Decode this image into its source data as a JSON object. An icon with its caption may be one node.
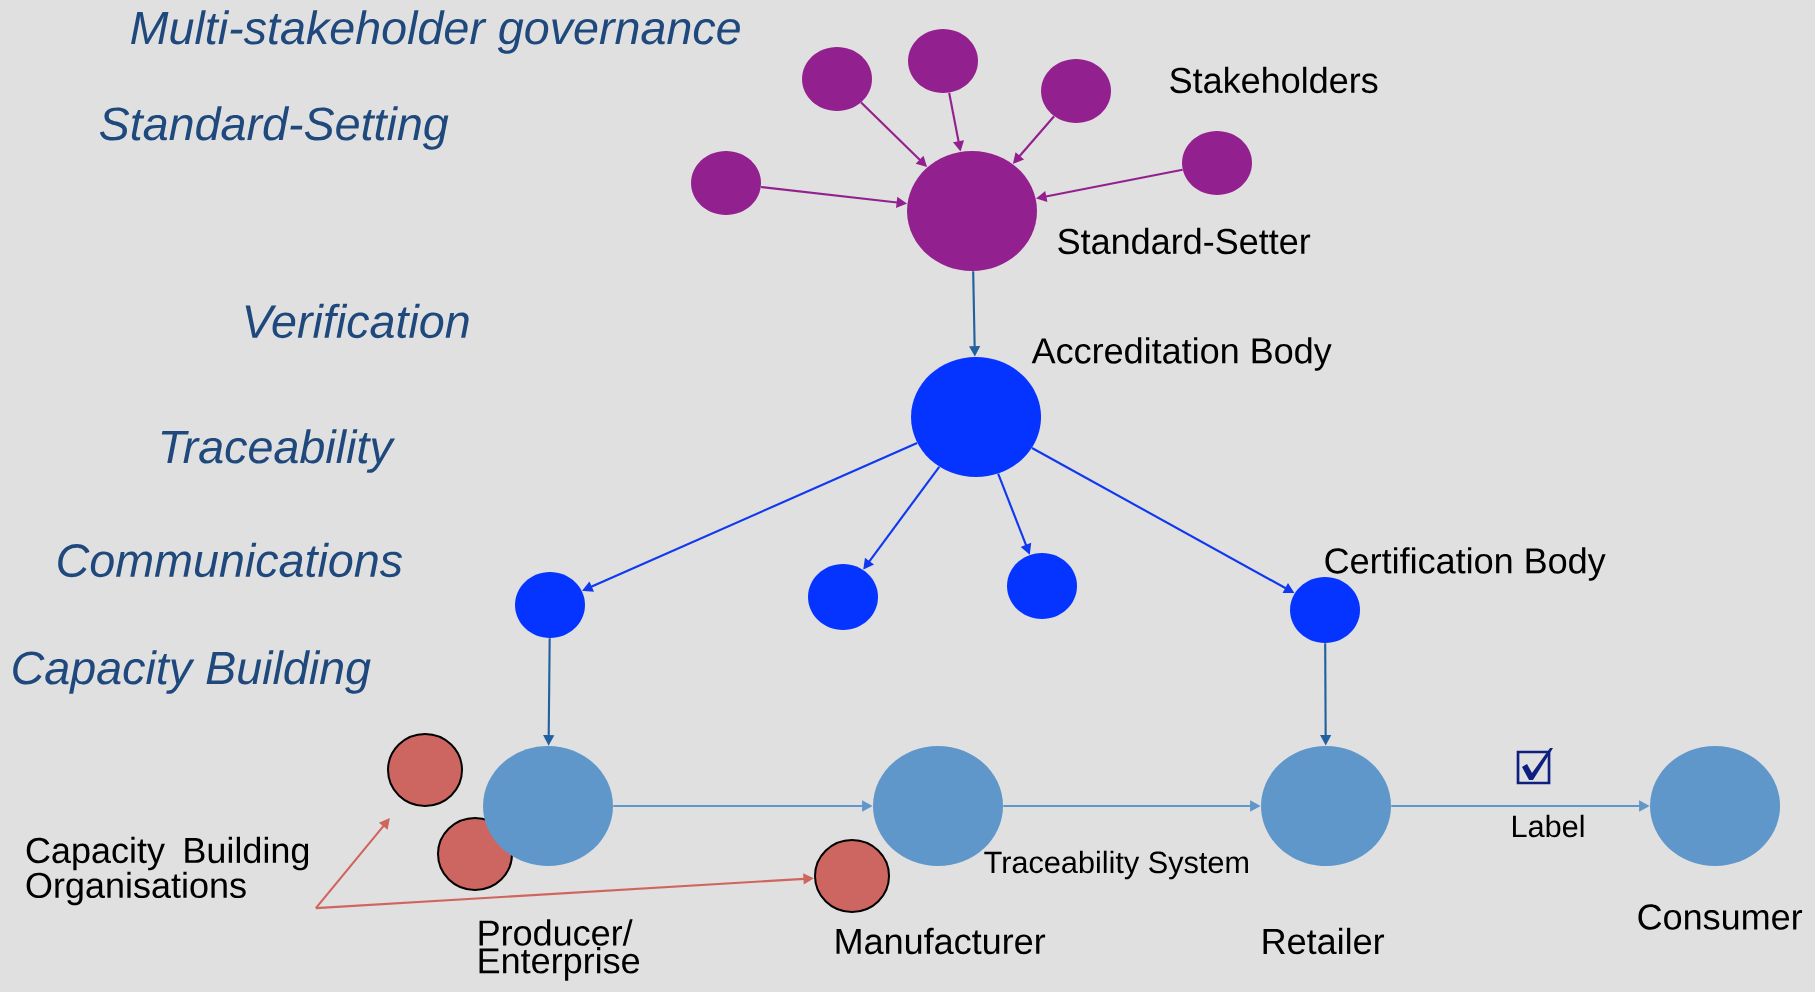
{
  "diagram": {
    "nodes": [
      {
        "text": [],
        "shape": "circle"
      },
      {
        "text": [],
        "shape": "circle"
      },
      {
        "text": [],
        "shape": "circle"
      },
      {
        "text": [],
        "shape": "circle"
      },
      {
        "text": [],
        "shape": "circle"
      },
      {
        "text": [],
        "shape": "circle",
        "beside": [
          "Standard-Setter"
        ]
      },
      {
        "text": [],
        "shape": "circle",
        "beside": [
          "Accreditation Body"
        ]
      },
      {
        "text": [],
        "shape": "circle"
      },
      {
        "text": [],
        "shape": "circle"
      },
      {
        "text": [],
        "shape": "circle"
      },
      {
        "text": [],
        "shape": "circle",
        "beside": [
          "Certification Body"
        ]
      },
      {
        "text": [],
        "shape": "circle"
      },
      {
        "text": [],
        "shape": "circle"
      },
      {
        "text": [
          "Capacity Building Organisations"
        ]
      },
      {
        "text": [],
        "shape": "circle"
      },
      {
        "text": [],
        "shape": "circle"
      },
      {
        "text": [],
        "shape": "circle"
      },
      {
        "text": [],
        "shape": "circle",
        "beside": [
          "Retailer"
        ]
      },
      {
        "text": [],
        "shape": "circle",
        "beside": [
          "Consumer"
        ]
      }
    ],
    "edges": [
      {
        "from": 0,
        "to": 5,
        "arrow": "to"
      },
      {
        "from": 1,
        "to": 5,
        "arrow": "to"
      },
      {
        "from": 2,
        "to": 5,
        "arrow": "to"
      },
      {
        "from": 3,
        "to": 5,
        "arrow": "to"
      },
      {
        "from": 4,
        "to": 5,
        "arrow": "to"
      },
      {
        "from": 5,
        "to": 6,
        "arrow": "to",
        "color": "#2260a0"
      },
      {
        "from": 6,
        "to": 7,
        "arrow": "to",
        "color": "#1038f0"
      },
      {
        "from": 6,
        "to": 8,
        "arrow": "to",
        "color": "#1038f0"
      },
      {
        "from": 6,
        "to": 9,
        "arrow": "to",
        "color": "#1038f0"
      },
      {
        "from": 6,
        "to": 10,
        "arrow": "to",
        "color": "#1038f0"
      },
      {
        "from": 7,
        "to": 14,
        "arrow": "to",
        "color": "#2260a0"
      },
      {
        "from": 10,
        "to": 17,
        "arrow": "to",
        "color": "#2260a0"
      },
      {
        "from": 14,
        "to": 15,
        "arrow": "to",
        "color": "#6097ca"
      },
      {
        "from": 15,
        "to": 17,
        "arrow": "to",
        "color": "#6097ca",
        "label": "Traceability System"
      },
      {
        "from": 17,
        "to": 18,
        "arrow": "to",
        "color": "#6097ca",
        "label": "Label"
      },
      {
        "from": 13,
        "to": null,
        "arrow": "to",
        "color": "#d0655d"
      },
      {
        "from": 13,
        "to": 16,
        "arrow": "to",
        "color": "#d0655d"
      }
    ],
    "labels": [
      "Multi-stakeholder governance",
      "Stakeholders",
      "Standard-Setting",
      "Verification",
      "Traceability",
      "Communications",
      "Capacity Building",
      "Producer/ Enterprise",
      "Manufacturer"
    ]
  }
}
